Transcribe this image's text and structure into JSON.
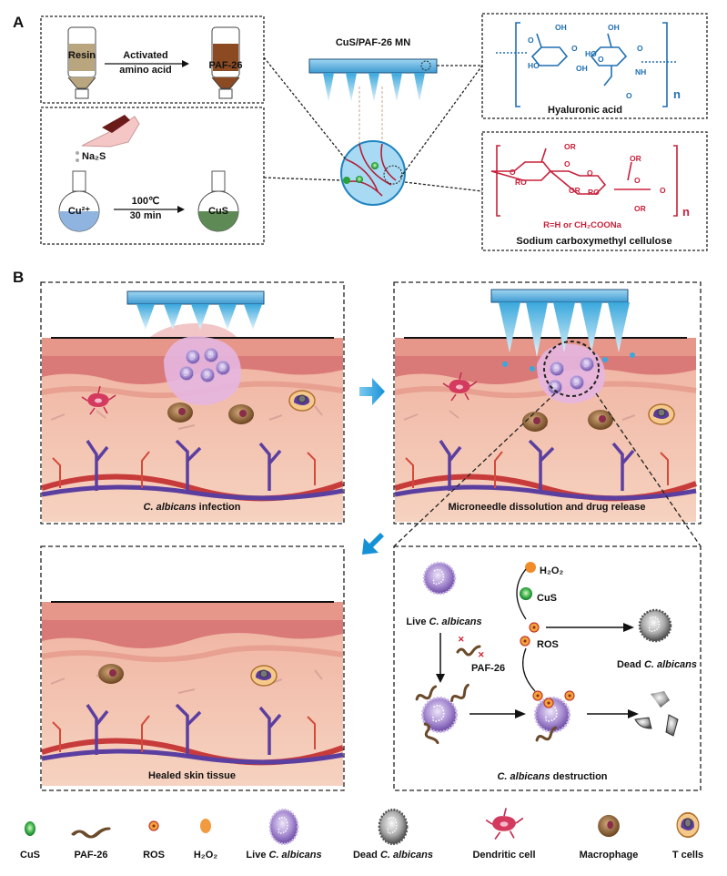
{
  "panel_a": {
    "letter": "A",
    "synthesis_paf": {
      "start": "Resin",
      "reagent_line1": "Activated",
      "reagent_line2": "amino acid",
      "product": "PAF-26"
    },
    "synthesis_cus": {
      "reagent_drop": "Na₂S",
      "start": "Cu²⁺",
      "condition_temp": "100℃",
      "condition_time": "30 min",
      "product": "CuS"
    },
    "microneedle_label": "CuS/PAF-26 MN",
    "hyaluronic_acid": {
      "name": "Hyaluronic acid",
      "repeat": "n",
      "atoms": [
        "OH",
        "O",
        "O",
        "HO",
        "OH",
        "O",
        "OH",
        "HO",
        "O",
        "NH",
        "O"
      ]
    },
    "cmc": {
      "name": "Sodium carboxymethyl cellulose",
      "repeat": "n",
      "substituent": "R=H or CH₂COONa",
      "atoms": [
        "OR",
        "O",
        "O",
        "RO",
        "OR",
        "O",
        "OR",
        "O",
        "RO",
        "OR",
        "O"
      ]
    },
    "colors": {
      "ha": "#1f6fb2",
      "cmc": "#c8203a",
      "resin": "#b9a57e",
      "paf26": "#8b4a22",
      "cu": "#8fb4e0",
      "cus": "#5e8a55"
    }
  },
  "panel_b": {
    "letter": "B",
    "stage1": "C. albicans infection",
    "stage1_italic": "C. albicans",
    "stage1_rest": " infection",
    "stage2": "Microneedle dissolution and drug release",
    "stage3": "Healed skin tissue",
    "stage4": {
      "italic": "C. albicans",
      "rest": " destruction",
      "live_prefix": "Live ",
      "live_italic": "C. albicans",
      "h2o2": "H₂O₂",
      "cus": "CuS",
      "ros": "ROS",
      "paf26": "PAF-26",
      "dead_prefix": "Dead ",
      "dead_italic": "C. albicans"
    }
  },
  "legend": [
    {
      "label": "CuS",
      "icon": "cus-nanoparticle-icon"
    },
    {
      "label": "PAF-26",
      "icon": "paf26-peptide-icon"
    },
    {
      "label": "ROS",
      "icon": "ros-icon"
    },
    {
      "label": "H₂O₂",
      "icon": "h2o2-icon"
    },
    {
      "label": "Live ",
      "italic": "C. albicans",
      "icon": "live-c-albicans-icon"
    },
    {
      "label": "Dead ",
      "italic": "C. albicans",
      "icon": "dead-c-albicans-icon"
    },
    {
      "label": "Dendritic cell",
      "icon": "dendritic-cell-icon"
    },
    {
      "label": "Macrophage",
      "icon": "macrophage-icon"
    },
    {
      "label": "T cells",
      "icon": "t-cell-icon"
    }
  ]
}
